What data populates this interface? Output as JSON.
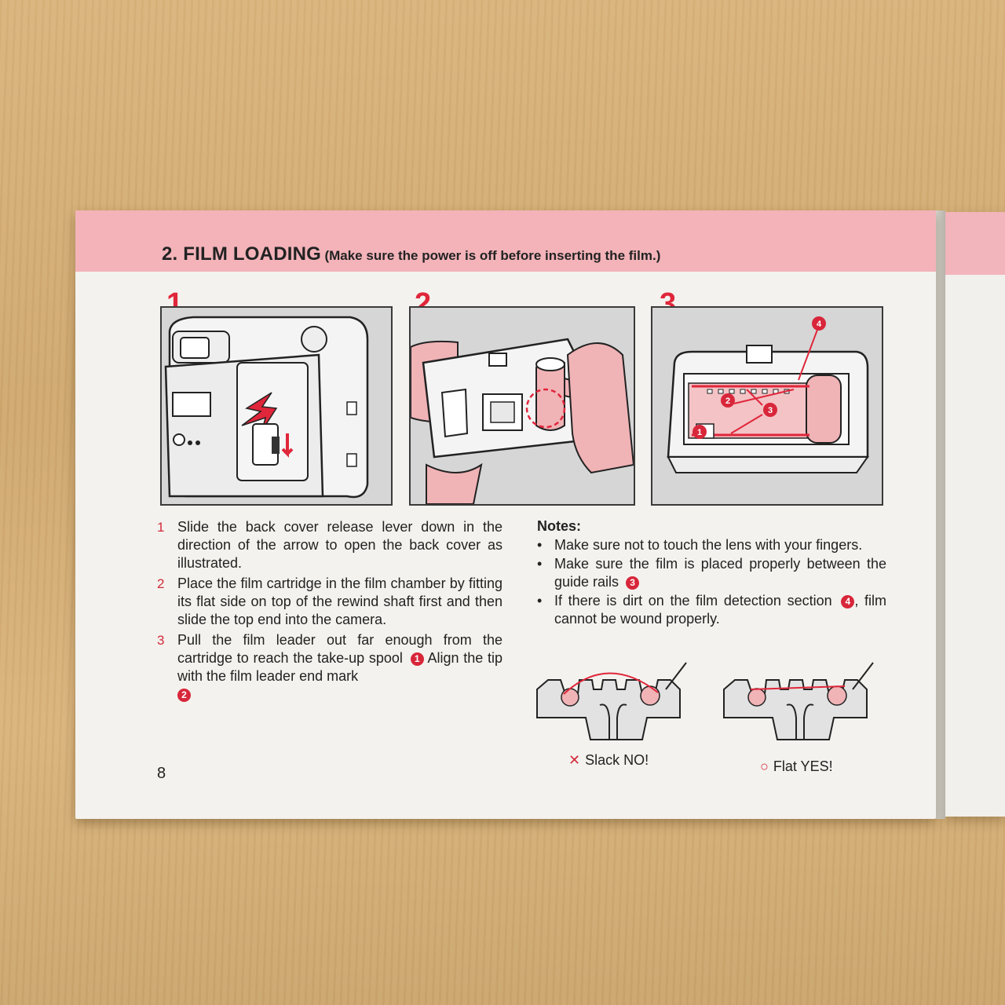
{
  "header": {
    "title": "2. FILM LOADING",
    "subtitle": "(Make sure the power is off before inserting the film.)"
  },
  "panels": [
    {
      "number": "1",
      "icon": "camera-back-cover-open-illustration"
    },
    {
      "number": "2",
      "icon": "hands-inserting-film-cartridge-illustration"
    },
    {
      "number": "3",
      "icon": "film-threading-to-spool-illustration"
    }
  ],
  "panel3_markers": [
    "1",
    "2",
    "3",
    "4"
  ],
  "steps": [
    {
      "num": "1",
      "text": "Slide the back cover release lever down in the direction of the arrow to open the back cover as illustrated."
    },
    {
      "num": "2",
      "text": "Place the film cartridge in the film chamber by fitting its flat side on top of the rewind shaft first and then slide the top end into the camera."
    },
    {
      "num": "3",
      "text": "Pull the film leader out far enough from the cartridge to reach the take-up spool",
      "marker1": "1",
      "text2": "Align the tip with the film leader end mark",
      "marker2": "2"
    }
  ],
  "notes": {
    "heading": "Notes:",
    "items": [
      {
        "text": "Make sure not to touch the lens with your fingers."
      },
      {
        "text": "Make sure the film is placed properly between the guide rails",
        "marker": "3"
      },
      {
        "text": "If there is dirt on the film detection section",
        "marker": "4",
        "text2": ", film cannot be wound properly."
      }
    ]
  },
  "diagrams": [
    {
      "symbol": "✕",
      "caption": "Slack NO!",
      "icon": "slack-film-diagram"
    },
    {
      "symbol": "○",
      "caption": "Flat YES!",
      "icon": "flat-film-diagram"
    }
  ],
  "page_number": "8",
  "colors": {
    "accent": "#d8263a",
    "band": "#f3b3b9",
    "paper": "#f3f2ee",
    "table": "#d8b075"
  }
}
